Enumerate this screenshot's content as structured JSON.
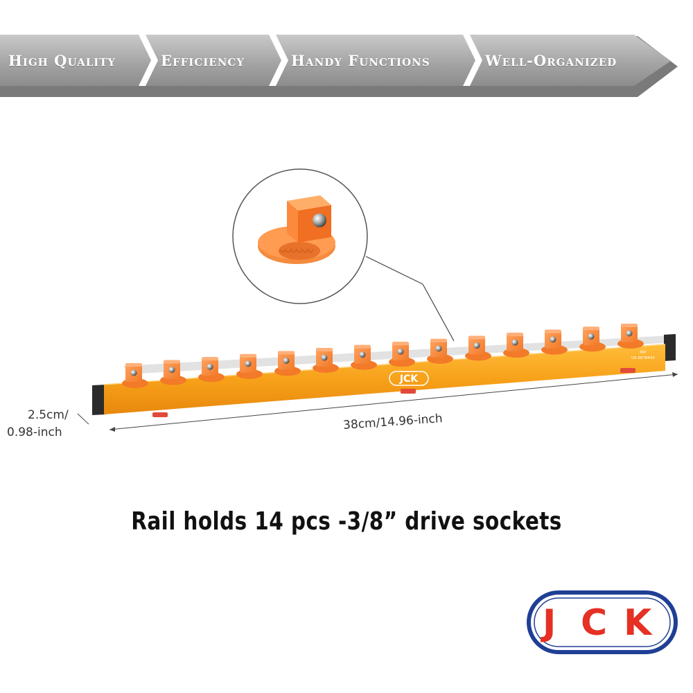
{
  "banner": {
    "items": [
      {
        "label": "High Quality"
      },
      {
        "label": "Efficiency"
      },
      {
        "label": "Handy Functions"
      },
      {
        "label": "Well-Organized"
      }
    ]
  },
  "product": {
    "rail_logo": "JCK",
    "patent_line1": "PAT",
    "patent_line2": "US 6678441",
    "socket_count": 14
  },
  "dimensions": {
    "height_line1": "2.5cm/",
    "height_line2": "0.98-inch",
    "length": "38cm/14.96-inch"
  },
  "caption": "Rail holds 14 pcs -3/8” drive sockets",
  "brand_logo": {
    "letters": [
      "J",
      "C",
      "K"
    ]
  },
  "colors": {
    "rail_orange": "#f7a11a",
    "clip_orange": "#fb8a3c",
    "logo_red": "#e53024",
    "logo_blue": "#1f3f95",
    "banner_gray": "#9a9a9a"
  }
}
